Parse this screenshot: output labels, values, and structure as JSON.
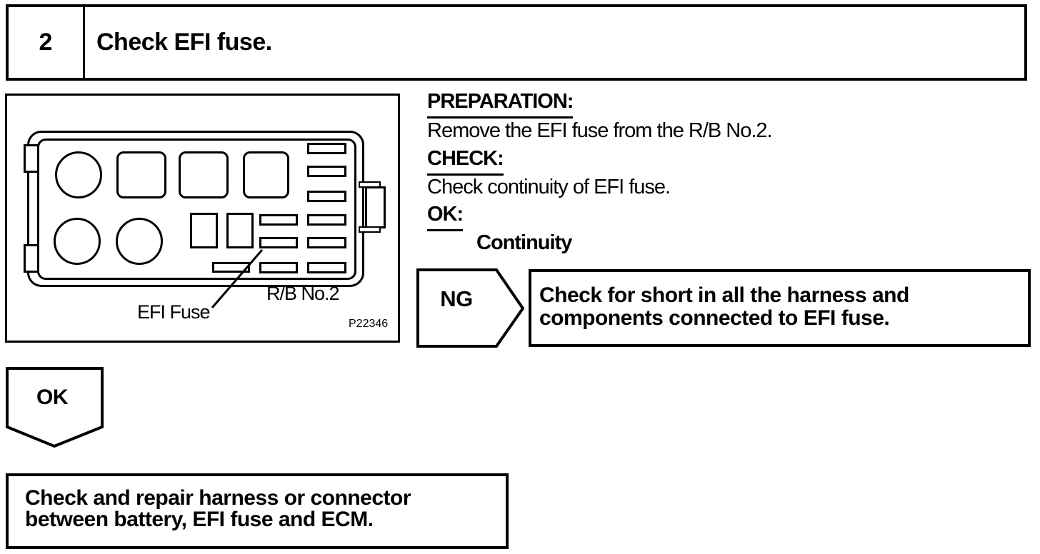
{
  "step": {
    "number": "2",
    "title": "Check EFI fuse."
  },
  "diagram": {
    "efi_fuse_label": "EFI Fuse",
    "box_label": "R/B No.2",
    "figure_code": "P22346"
  },
  "procedure": {
    "preparation_label": "PREPARATION:",
    "preparation_text": "Remove the EFI fuse from the R/B No.2.",
    "check_label": "CHECK:",
    "check_text": "Check continuity of EFI fuse.",
    "ok_label": "OK:",
    "ok_spec": "Continuity"
  },
  "ng_branch": {
    "label": "NG",
    "action_line1": "Check for short in all the harness and",
    "action_line2": "components connected to EFI fuse."
  },
  "ok_branch": {
    "label": "OK",
    "action_line1": "Check and repair harness or connector",
    "action_line2": "between battery, EFI fuse and ECM."
  },
  "colors": {
    "ink": "#000000",
    "paper": "#ffffff"
  }
}
